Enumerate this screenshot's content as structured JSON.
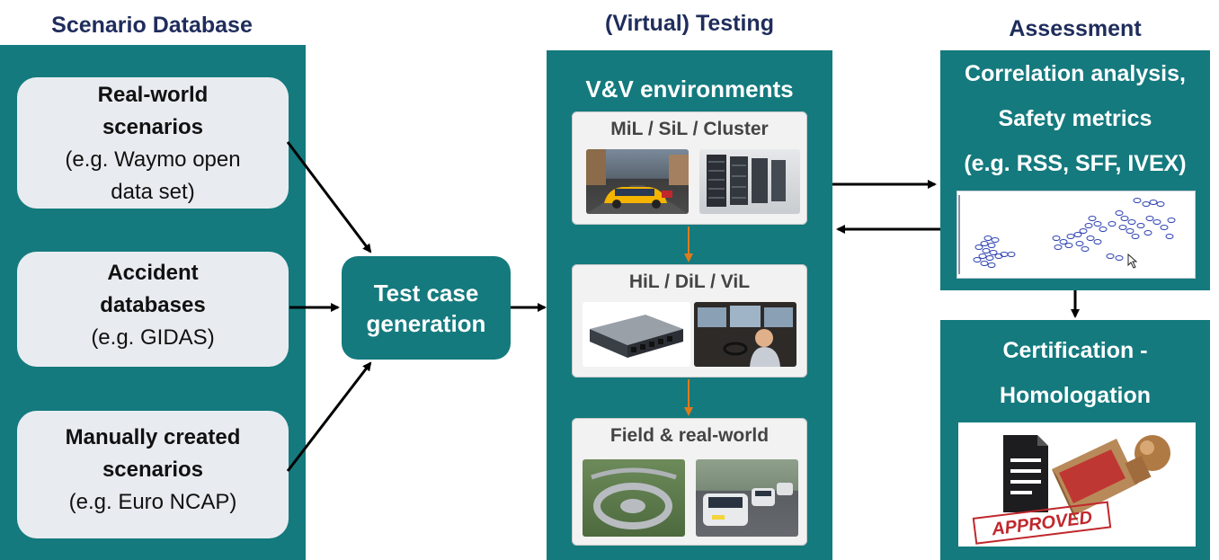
{
  "headers": {
    "scenario_database": "Scenario Database",
    "virtual_testing": "(Virtual) Testing",
    "assessment": "Assessment"
  },
  "sources": [
    {
      "bold": [
        "Real-world",
        "scenarios"
      ],
      "normal": [
        "(e.g. Waymo open",
        "data set)"
      ]
    },
    {
      "bold": [
        "Accident",
        "databases"
      ],
      "normal": [
        "(e.g. GIDAS)"
      ]
    },
    {
      "bold": [
        "Manually created",
        "scenarios"
      ],
      "normal": [
        "(e.g. Euro NCAP)"
      ]
    }
  ],
  "test_case": [
    "Test case",
    "generation"
  ],
  "vv": {
    "title": "V&V environments",
    "envs": [
      "MiL / SiL / Cluster",
      "HiL / DiL / ViL",
      "Field & real-world"
    ]
  },
  "assessment": {
    "lines": [
      "Correlation analysis,",
      "Safety metrics",
      "(e.g. RSS, SFF, IVEX)"
    ]
  },
  "certification": {
    "lines": [
      "Certification -",
      "Homologation"
    ],
    "stamp_text": "APPROVED"
  },
  "colors": {
    "panel": "#147a7e",
    "header": "#1f2d5c",
    "box": "#e8ecf0",
    "scatter": "#2a3fb0",
    "arrow_orange": "#e07b1a",
    "stamp_red": "#c0282d"
  }
}
